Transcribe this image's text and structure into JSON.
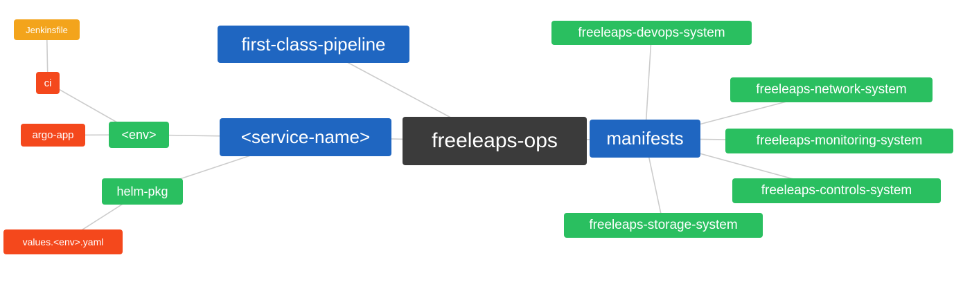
{
  "diagram": {
    "title": "freeleaps-ops mindmap",
    "colors": {
      "root": "#3b3b3b",
      "primary_branch": "#1f66c1",
      "secondary_branch": "#2abf60",
      "leaf_red": "#f4481c",
      "leaf_orange": "#f3a41c",
      "edge": "#cccccc",
      "text": "#ffffff"
    },
    "nodes": [
      {
        "id": "freeleaps-ops",
        "label": "freeleaps-ops"
      },
      {
        "id": "service-name",
        "label": "<service-name>"
      },
      {
        "id": "first-class-pipeline",
        "label": "first-class-pipeline"
      },
      {
        "id": "manifests",
        "label": "manifests"
      },
      {
        "id": "env",
        "label": "<env>"
      },
      {
        "id": "helm-pkg",
        "label": "helm-pkg"
      },
      {
        "id": "ci",
        "label": "ci"
      },
      {
        "id": "argo-app",
        "label": "argo-app"
      },
      {
        "id": "jenkinsfile",
        "label": "Jenkinsfile"
      },
      {
        "id": "values-env-yaml",
        "label": "values.<env>.yaml"
      },
      {
        "id": "devops-system",
        "label": "freeleaps-devops-system"
      },
      {
        "id": "network-system",
        "label": "freeleaps-network-system"
      },
      {
        "id": "monitoring-system",
        "label": "freeleaps-monitoring-system"
      },
      {
        "id": "controls-system",
        "label": "freeleaps-controls-system"
      },
      {
        "id": "storage-system",
        "label": "freeleaps-storage-system"
      }
    ],
    "edges": [
      {
        "from": "jenkinsfile",
        "to": "ci"
      },
      {
        "from": "ci",
        "to": "env"
      },
      {
        "from": "argo-app",
        "to": "env"
      },
      {
        "from": "env",
        "to": "service-name"
      },
      {
        "from": "values-env-yaml",
        "to": "helm-pkg"
      },
      {
        "from": "helm-pkg",
        "to": "service-name"
      },
      {
        "from": "service-name",
        "to": "freeleaps-ops"
      },
      {
        "from": "first-class-pipeline",
        "to": "freeleaps-ops"
      },
      {
        "from": "freeleaps-ops",
        "to": "manifests"
      },
      {
        "from": "manifests",
        "to": "devops-system"
      },
      {
        "from": "manifests",
        "to": "network-system"
      },
      {
        "from": "manifests",
        "to": "monitoring-system"
      },
      {
        "from": "manifests",
        "to": "controls-system"
      },
      {
        "from": "manifests",
        "to": "storage-system"
      }
    ]
  }
}
